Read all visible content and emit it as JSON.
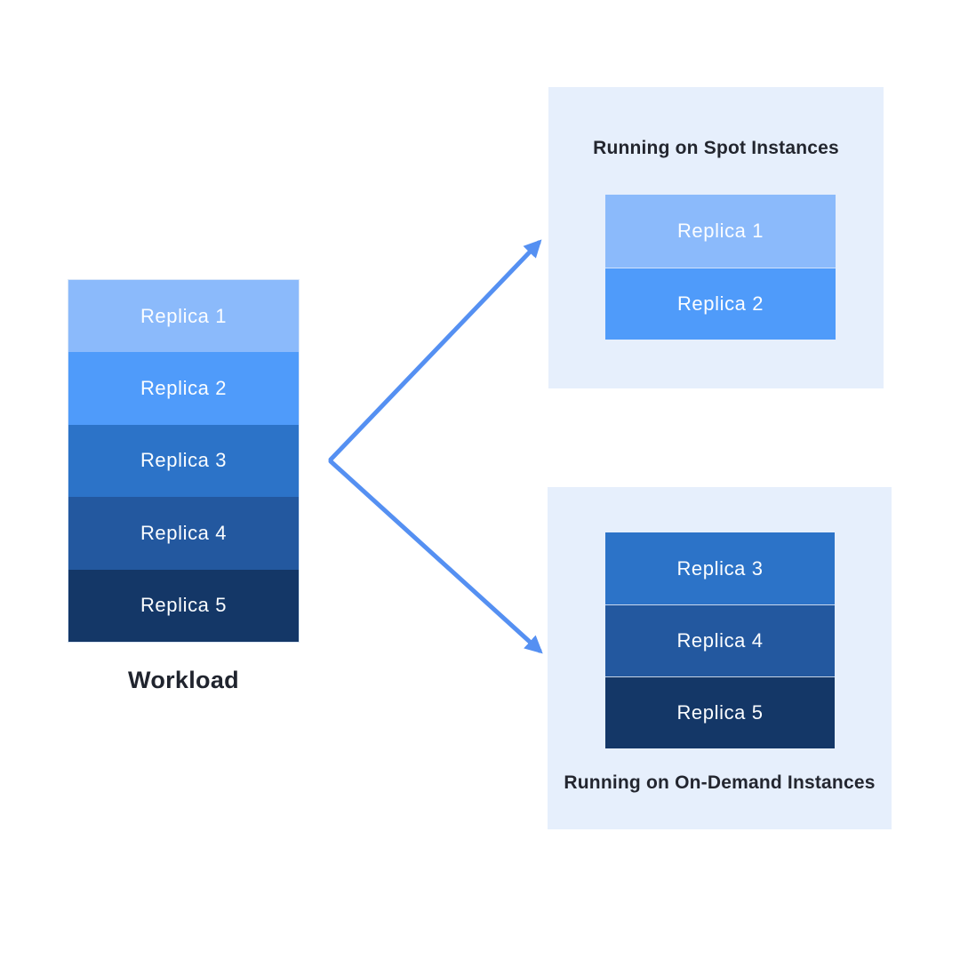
{
  "colors": {
    "background": "#FFFFFF",
    "panel_bg": "#E6EFFC",
    "arrow": "#5590F2",
    "title_text": "#23262F",
    "workload_label_text": "#20242E",
    "replica_text": "#FBFDFF",
    "replica_1": "#8BBAFB",
    "replica_2": "#4F9BFA",
    "replica_3": "#2C73C8",
    "replica_4": "#23589F",
    "replica_5": "#143767"
  },
  "workload": {
    "label": "Workload",
    "replicas": [
      {
        "label": "Replica 1",
        "color": "#8BBAFB"
      },
      {
        "label": "Replica 2",
        "color": "#4F9BFA"
      },
      {
        "label": "Replica 3",
        "color": "#2C73C8"
      },
      {
        "label": "Replica 4",
        "color": "#23589F"
      },
      {
        "label": "Replica 5",
        "color": "#143767"
      }
    ]
  },
  "spot_panel": {
    "title": "Running on Spot Instances",
    "replicas": [
      {
        "label": "Replica 1",
        "color": "#8BBAFB"
      },
      {
        "label": "Replica 2",
        "color": "#4F9BFA"
      }
    ]
  },
  "on_demand_panel": {
    "title": "Running on On-Demand Instances",
    "replicas": [
      {
        "label": "Replica 3",
        "color": "#2C73C8"
      },
      {
        "label": "Replica 4",
        "color": "#23589F"
      },
      {
        "label": "Replica 5",
        "color": "#143767"
      }
    ]
  }
}
